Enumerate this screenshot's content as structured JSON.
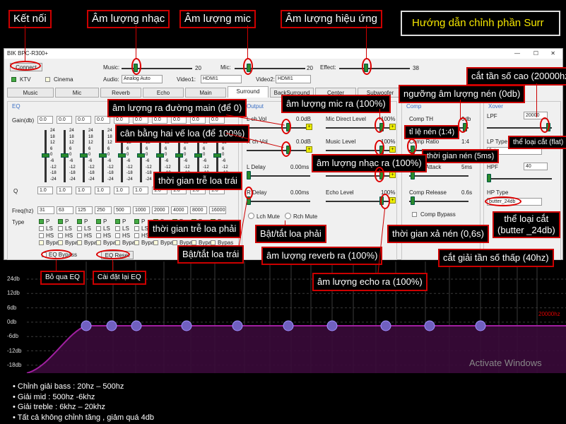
{
  "callouts": {
    "ket_noi": "Kết nối",
    "am_luong_nhac": "Âm lượng nhạc",
    "am_luong_mic": "Âm lượng mic",
    "am_luong_hieu_ung": "Âm lượng hiệu ứng",
    "huong_dan": "Hướng dẫn chỉnh phần Surr",
    "cat_tan_so_cao": "cắt tần số cao (20000hz)",
    "am_luong_ra_main": "âm lượng ra đường main (để 0)",
    "am_luong_mic_ra": "âm lượng mic ra (100%)",
    "nguong_nen": "ngưỡng âm lượng nén (0db)",
    "can_bang_loa": "cân bằng hai vế loa (để 100%)",
    "ti_le_nen": "tỉ lệ nén (1:4)",
    "the_loai_cat_flat": "thể loại cắt (flat)",
    "thoi_gian_nen": "thời gian nén (5ms)",
    "thoi_gian_tre_trai": "thời gian trễ loa trái",
    "am_luong_nhac_ra": "âm lượng nhạc ra (100%)",
    "thoi_gian_tre_phai": "thời gian trễ loa phải",
    "bat_tat_phai": "Bật/tắt loa phải",
    "thoi_gian_xa_nen": "thời gian xả nén (0,6s)",
    "the_loai_cat_butter_1": "thể loại cắt",
    "the_loai_cat_butter_2": "(butter _24db)",
    "bat_tat_trai": "Bật/tắt loa trái",
    "am_luong_reverb": "âm lượng reverb ra (100%)",
    "cat_giai_thap": "cắt giải tần số thấp (40hz)",
    "am_luong_echo": "âm lượng echo ra (100%)",
    "bo_qua_eq": "Bỏ qua EQ",
    "cai_dat_lai_eq": "Cài đặt lại EQ"
  },
  "window": {
    "title": "BIK BPC-R300+",
    "connect": "Connect",
    "ktv": "KTV",
    "cinema": "Cinema",
    "music_label": "Music:",
    "music_val": "20",
    "mic_label": "Mic:",
    "mic_val": "20",
    "effect_label": "Effect:",
    "effect_val": "38",
    "audio_label": "Audio:",
    "audio_sel": "Analog Auto",
    "video1_label": "Video1:",
    "video1_sel": "HDMI1",
    "video2_label": "Video2:",
    "video2_sel": "HDMI1",
    "music_level": 0.2,
    "mic_level": 0.2,
    "effect_level": 0.38
  },
  "tabs": [
    "Music",
    "Mic",
    "Reverb",
    "Echo",
    "Main",
    "Surround",
    "BackSurround",
    "Center",
    "Subwoofer"
  ],
  "eq": {
    "title": "EQ",
    "gain_label": "Gain(db)",
    "gains": [
      "0.0",
      "0.0",
      "0.0",
      "0.0",
      "0.0",
      "0.0",
      "0.0",
      "0.0",
      "0.0",
      "0.0"
    ],
    "q_label": "Q",
    "qs": [
      "1.0",
      "1.0",
      "1.0",
      "1.0",
      "1.0",
      "1.0",
      "1.0",
      "1.0",
      "1.0",
      "1.0"
    ],
    "freq_label": "Freq(hz)",
    "freqs": [
      "31",
      "63",
      "125",
      "250",
      "500",
      "1000",
      "2000",
      "4000",
      "8000",
      "16000"
    ],
    "type_label": "Type",
    "p": "P",
    "ls": "LS",
    "hs": "HS",
    "bypass": "Bypas",
    "bypass_btn": "EQ Bypass",
    "reset_btn": "EQ Reset",
    "ticks": [
      "24",
      "18",
      "12",
      "6",
      "0",
      "-6",
      "-12",
      "-18",
      "-24"
    ]
  },
  "output": {
    "title": "Output",
    "lch_vol": "L ch Vol",
    "rch_vol": "R ch Vol",
    "vol_val": "0.0dB",
    "l_delay": "L Delay",
    "r_delay": "R Delay",
    "delay_val": "0.00ms",
    "lch_mute": "Lch Mute",
    "rch_mute": "Rch Mute",
    "plus": "+"
  },
  "mix": {
    "mic_direct": "Mic Direct Level",
    "music_level": "Music Level",
    "echo_level": "Echo Level",
    "pct": "100%"
  },
  "comp": {
    "title": "Comp",
    "th": "Comp TH",
    "th_val": "0db",
    "ratio": "Comp Ratio",
    "ratio_val": "1:4",
    "attack": "Comp Attack",
    "attack_val": "5ms",
    "release": "Comp Release",
    "release_val": "0.6s",
    "bypass": "Comp Bypass"
  },
  "xover": {
    "title": "Xover",
    "lpf": "LPF",
    "lpf_val": "20000",
    "lp_type": "LP Type",
    "lp_type_val": "flat",
    "hpf": "HPF",
    "hpf_val": "40",
    "hp_type": "HP Type",
    "hp_type_val": "butter_24db"
  },
  "graph": {
    "ylabels": [
      "24db",
      "12db",
      "6db",
      "0db",
      "-6db",
      "-12db",
      "-18db"
    ],
    "right_label": "20000hz",
    "watermark": "Activate Windows"
  },
  "notes": [
    "• Chỉnh giải bass : 20hz – 500hz",
    "• Giải mid : 500hz -6khz",
    "• Giải treble : 6khz – 20khz",
    "• Tất cả không chỉnh tăng , giảm quá 4db"
  ],
  "colors": {
    "accent_red": "#cc0000",
    "thumb_green": "#2a8a2a",
    "curve": "#a020a0",
    "yellow": "#f5e600"
  }
}
